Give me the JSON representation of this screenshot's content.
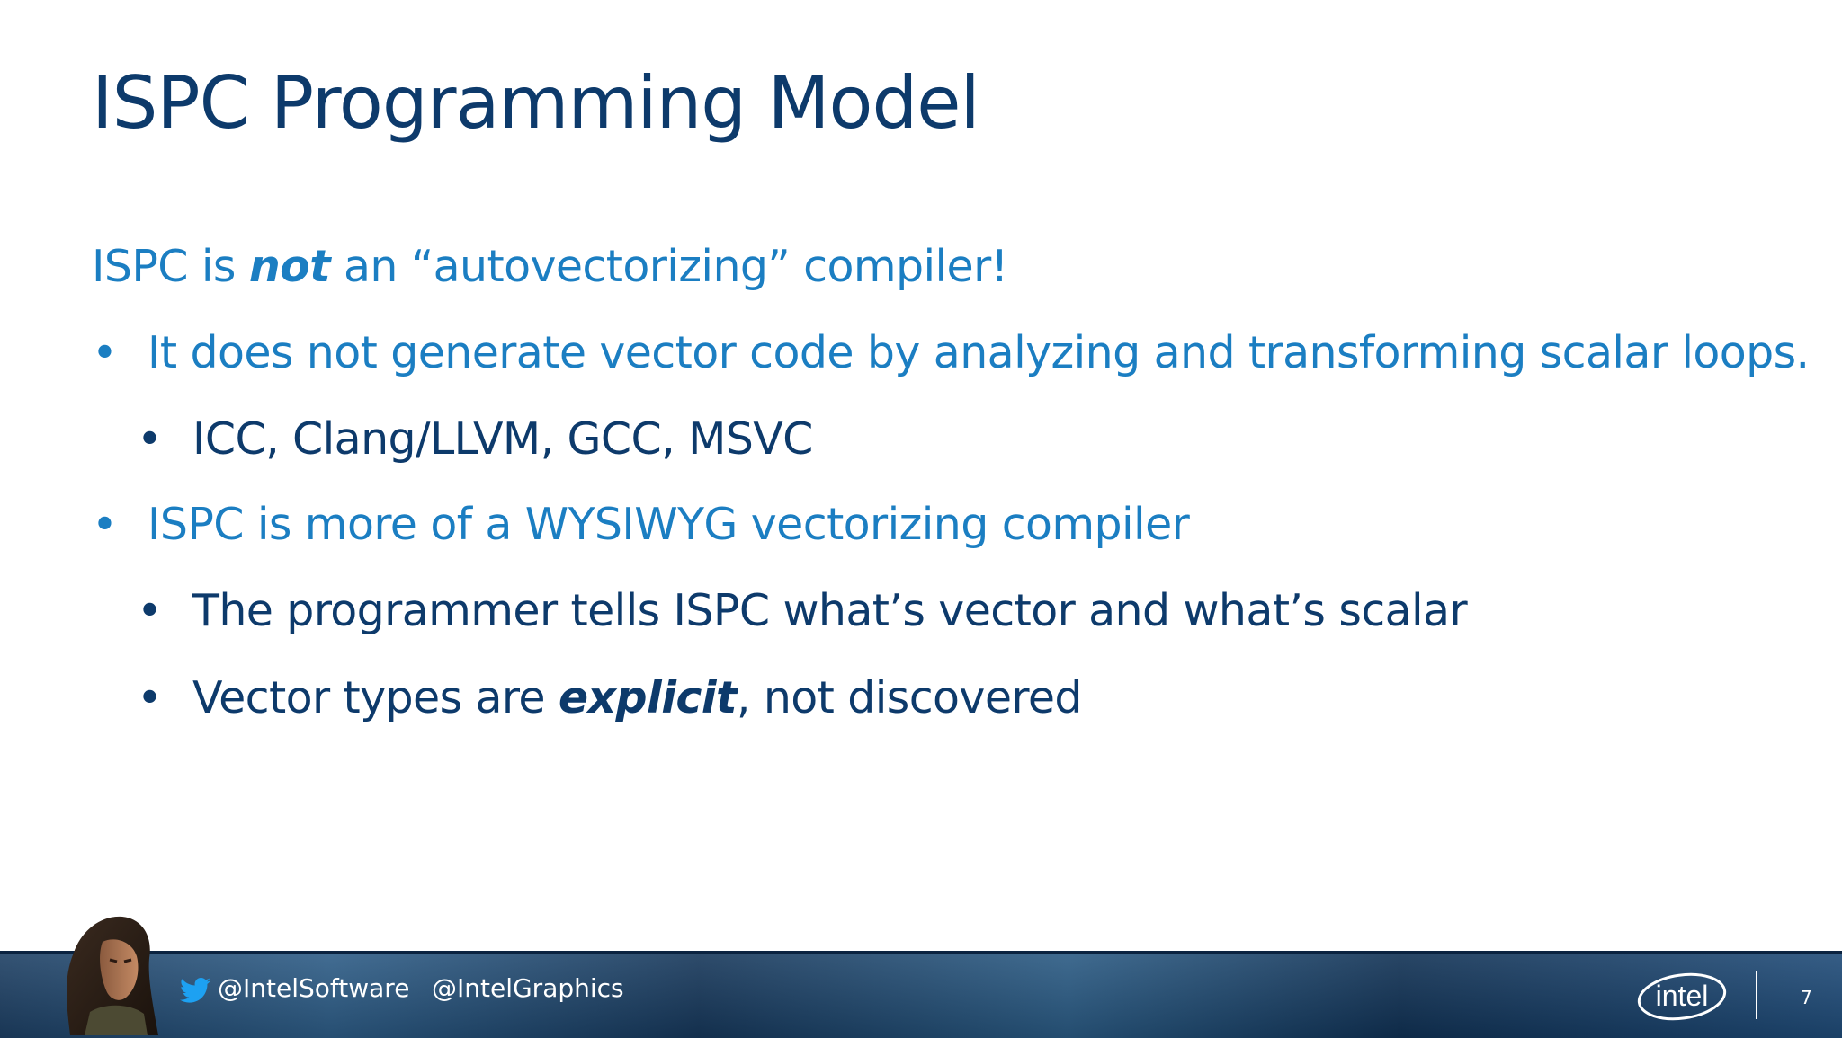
{
  "slide": {
    "title": "ISPC Programming Model",
    "lead": {
      "before": "ISPC is ",
      "emphasis": "not",
      "after": " an “autovectorizing” compiler!"
    },
    "items": [
      {
        "bullet": "•",
        "text": "It does not generate vector code by analyzing and transforming scalar loops."
      },
      {
        "bullet": "•",
        "text": "ICC, Clang/LLVM, GCC, MSVC"
      },
      {
        "bullet": "•",
        "text": "ISPC is more of a WYSIWYG vectorizing compiler"
      },
      {
        "bullet": "•",
        "text": "The programmer tells ISPC what’s vector and what’s scalar"
      },
      {
        "bullet": "•",
        "before": "Vector types are ",
        "emphasis": "explicit",
        "after": ", not discovered"
      }
    ]
  },
  "footer": {
    "twitter_icon": "twitter-bird-icon",
    "handle_1": "@IntelSoftware",
    "handle_2": "@IntelGraphics",
    "logo_text": "intel",
    "page_number": "7"
  },
  "colors": {
    "title": "#0d3a6b",
    "blue_text": "#1b7ec2",
    "dark_text": "#0d3a6b",
    "footer_band": "#1d3f63"
  }
}
